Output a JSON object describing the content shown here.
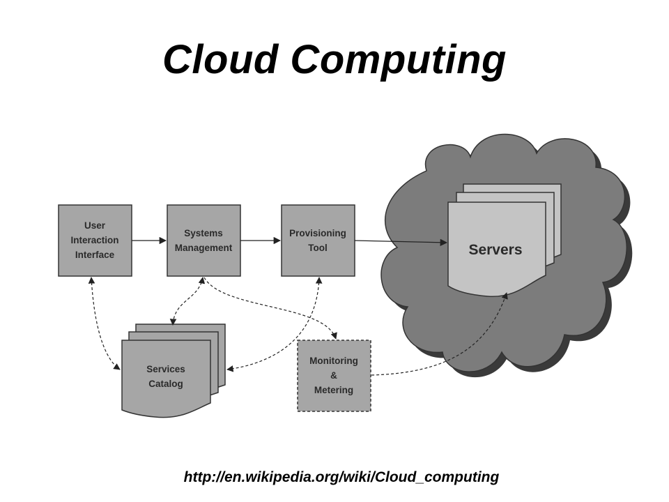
{
  "title": "Cloud Computing",
  "source_url": "http://en.wikipedia.org/wiki/Cloud_computing",
  "nodes": {
    "user_interface": [
      "User",
      "Interaction",
      "Interface"
    ],
    "systems_management": [
      "Systems",
      "Management"
    ],
    "provisioning_tool": [
      "Provisioning",
      "Tool"
    ],
    "servers": "Servers",
    "services_catalog": [
      "Services",
      "Catalog"
    ],
    "monitoring": [
      "Monitoring",
      "&",
      "Metering"
    ]
  },
  "colors": {
    "box_fill": "#a6a6a6",
    "cloud_fill": "#7c7c7c",
    "doc_fill": "#c4c4c4",
    "stroke": "#333333"
  }
}
